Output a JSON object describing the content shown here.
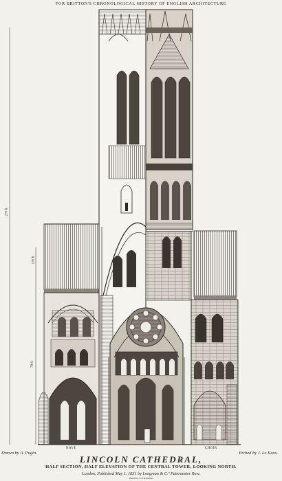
{
  "header": {
    "text": "FOR BRITTON'S CHRONOLOGICAL HISTORY OF ENGLISH ARCHITECTURE"
  },
  "captions": {
    "drawn_by": "Drawn by A. Pugin.",
    "etched_by": "Etched by J. Le Keux.",
    "nave_label": "NAVE",
    "choir_label": "CHOIR",
    "title": "LINCOLN CATHEDRAL,",
    "subtitle": "HALF SECTION, HALF ELEVATION OF THE CENTRAL TOWER, LOOKING NORTH.",
    "publisher": "London, Published May 1. 1831 by Longman & C.º Paternoster Row.",
    "printer": "Printed by Cox & Barnett"
  },
  "scale_marks": {
    "upper": "270 ft",
    "middle": "130 ft",
    "lower": "78 ft"
  },
  "colors": {
    "paper": "#f3f1ec",
    "ink": "#2a2622",
    "shade": "#6b635a"
  }
}
